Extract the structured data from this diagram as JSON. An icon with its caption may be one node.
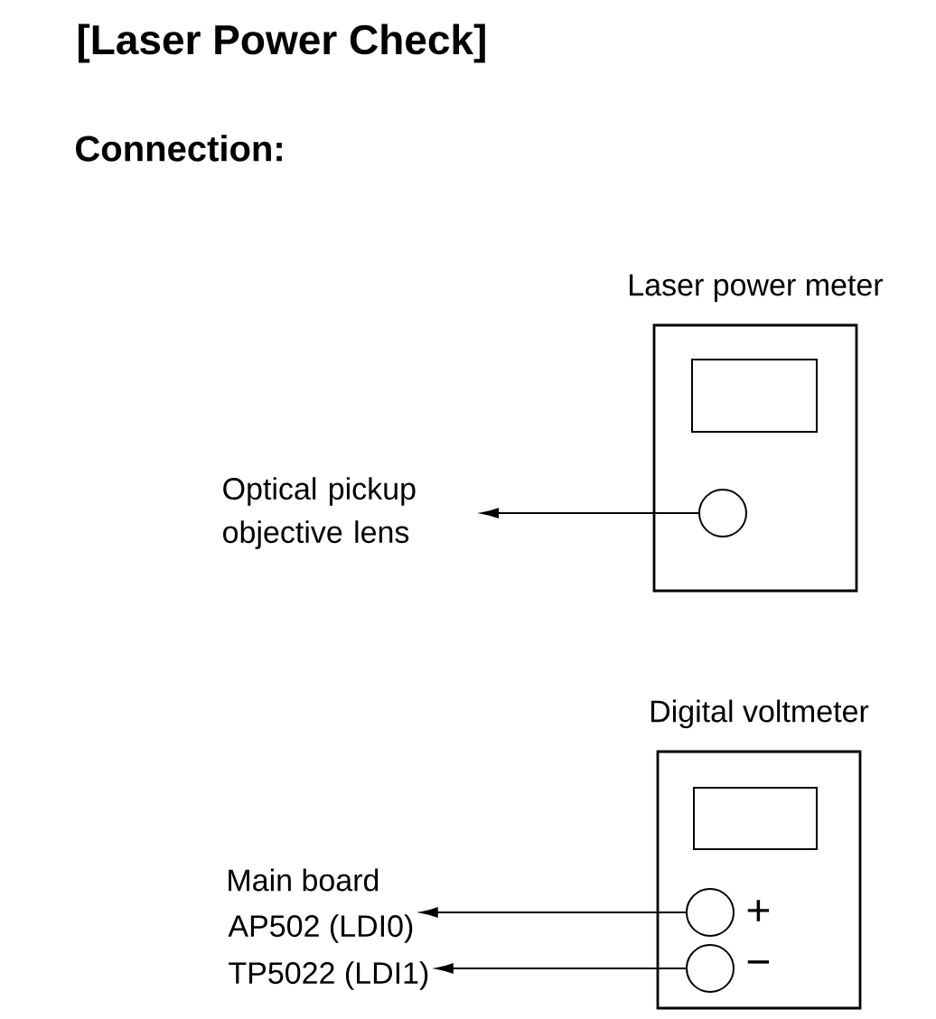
{
  "diagram": {
    "title": "[Laser Power Check]",
    "nodes": [
      {
        "text": [
          "Laser power meter"
        ]
      },
      {
        "text": [],
        "shape": "circle",
        "in": 0
      },
      {
        "text": [
          "Optical pickup objective lens"
        ]
      },
      {
        "text": [
          "Digital voltmeter"
        ]
      },
      {
        "text": [],
        "shape": "circle",
        "in": 3,
        "beside": [
          "+"
        ]
      },
      {
        "text": [],
        "shape": "circle",
        "in": 3,
        "beside": [
          "−"
        ]
      },
      {
        "text": [
          "AP502 (LDI0)"
        ]
      },
      {
        "text": [
          "TP5022 (LDI1)"
        ]
      }
    ],
    "edges": [
      {
        "from": 1,
        "to": 2,
        "arrow": "to"
      },
      {
        "from": 4,
        "to": 6,
        "arrow": "to"
      },
      {
        "from": 5,
        "to": 7,
        "arrow": "to"
      }
    ],
    "labels": [
      "Connection:",
      "Main board"
    ]
  }
}
